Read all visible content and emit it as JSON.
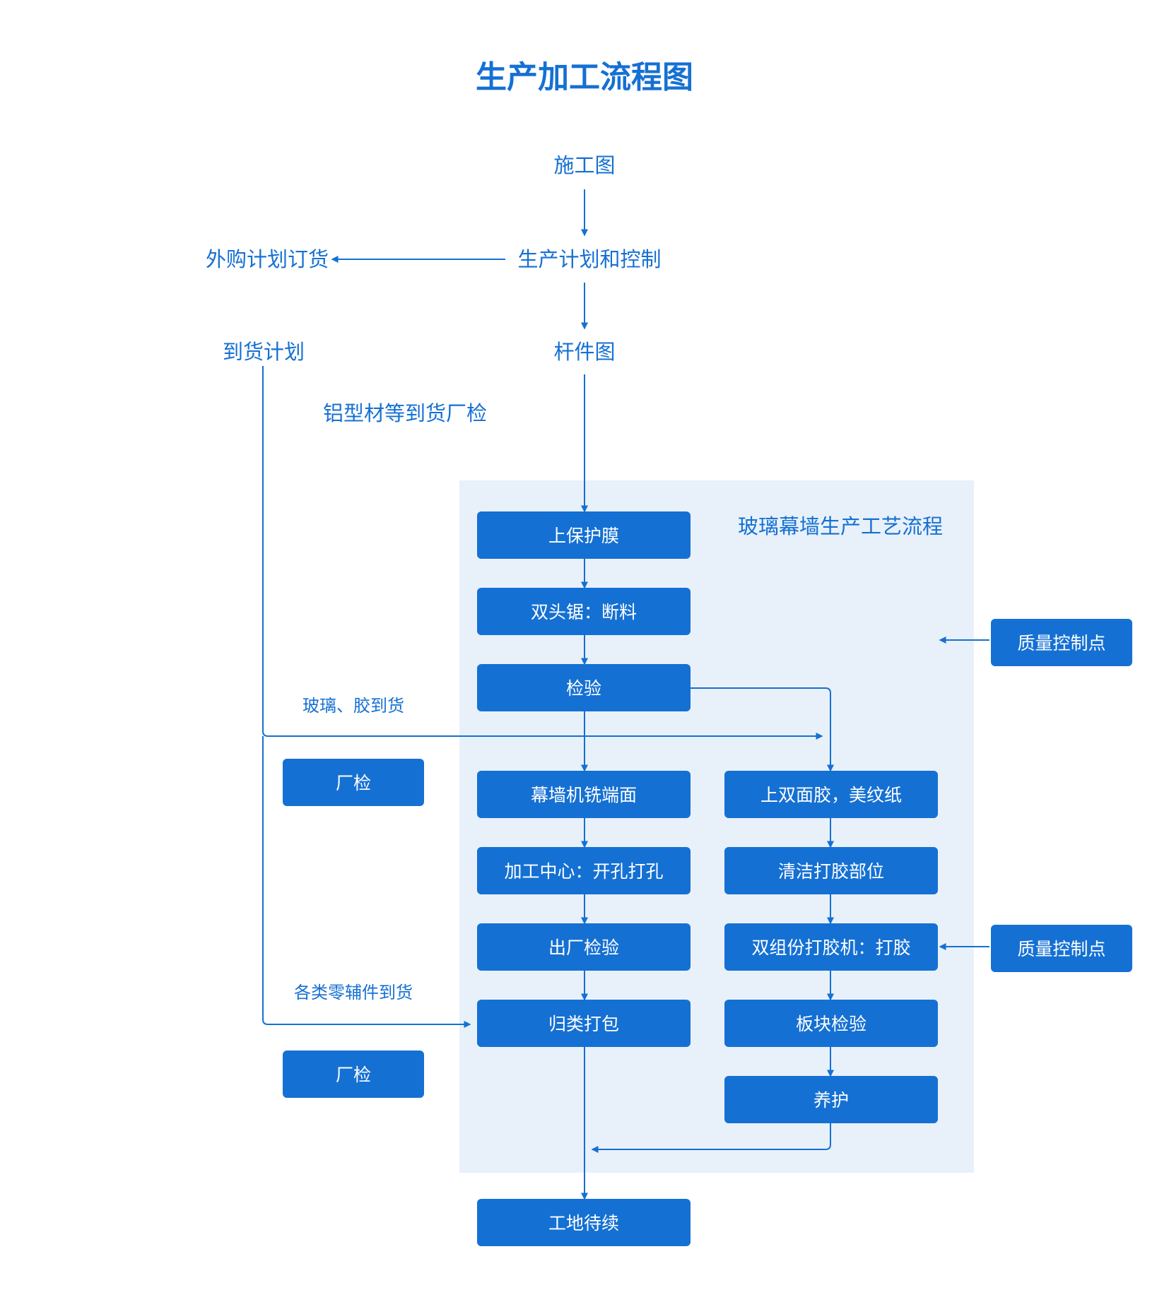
{
  "title": "生产加工流程图",
  "labels": {
    "construction_drawing": "施工图",
    "production_plan": "生产计划和控制",
    "outsource_order": "外购计划订货",
    "arrival_plan": "到货计划",
    "member_drawing": "杆件图",
    "aluminum_arrival": "铝型材等到货厂检",
    "panel_title": "玻璃幕墙生产工艺流程",
    "glass_glue_arrival": "玻璃、胶到货",
    "parts_arrival": "各类零辅件到货"
  },
  "nodes": {
    "protect_film": "上保护膜",
    "double_saw": "双头锯：断料",
    "inspect": "检验",
    "end_milling": "幕墙机铣端面",
    "machining_center": "加工中心：开孔打孔",
    "exit_inspect": "出厂检验",
    "sort_pack": "归类打包",
    "double_tape": "上双面胶，美纹纸",
    "clean_glue": "清洁打胶部位",
    "two_part_glue": "双组份打胶机：打胶",
    "panel_inspect": "板块检验",
    "curing": "养护",
    "site_pending": "工地待续",
    "factory_check_1": "厂检",
    "factory_check_2": "厂检",
    "quality_point_1": "质量控制点",
    "quality_point_2": "质量控制点"
  },
  "colors": {
    "primary": "#1570d3",
    "panel_background": "#e8f1f9",
    "node_text": "#ffffff"
  }
}
